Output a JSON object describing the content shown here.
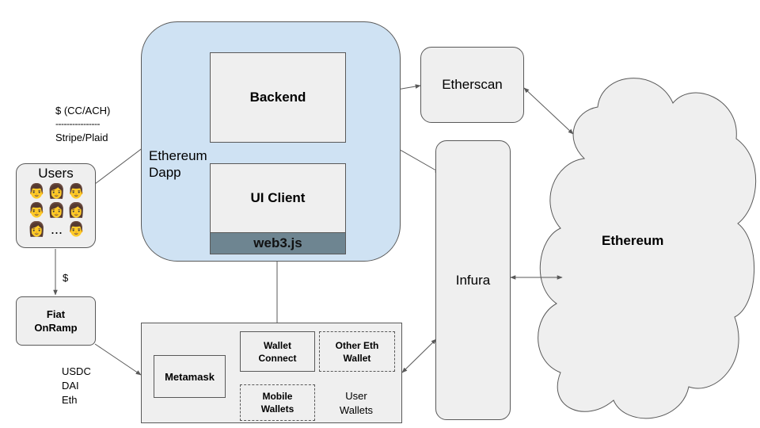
{
  "nodes": {
    "dapp_label": "Ethereum\nDapp",
    "backend": "Backend",
    "ui_client": "UI Client",
    "web3js": "web3.js",
    "etherscan": "Etherscan",
    "infura": "Infura",
    "ethereum": "Ethereum",
    "users_title": "Users",
    "users_emoji": [
      "👨",
      "👩",
      "👨",
      "👨",
      "👩",
      "👩",
      "👩",
      "...",
      "👨"
    ],
    "fiat_onramp": "Fiat\nOnRamp",
    "metamask": "Metamask",
    "wallet_connect": "Wallet\nConnect",
    "other_eth_wallet": "Other Eth\nWallet",
    "mobile_wallets": "Mobile\nWallets",
    "user_wallets_label": "User\nWallets"
  },
  "edges": {
    "users_backend_label_top": "$ (CC/ACH)",
    "users_backend_label_dashes": "----------------",
    "users_backend_label_bottom": "Stripe/Plaid",
    "users_fiat_label": "$",
    "fiat_wallets_label": "USDC\nDAI\nEth"
  },
  "colors": {
    "dapp_fill": "#cfe2f3",
    "box_fill": "#efefef",
    "web3_fill": "#6e8591",
    "border": "#595959",
    "line": "#595959"
  }
}
